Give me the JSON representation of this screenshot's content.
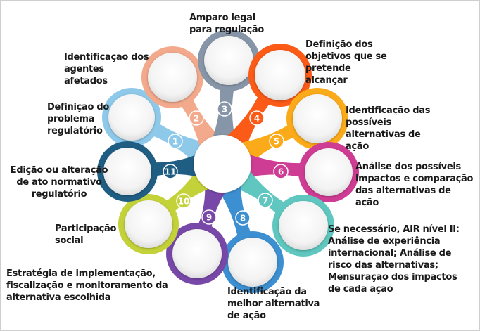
{
  "colors": {
    "1": "#8ec9ea",
    "2": "#f2a98c",
    "3": "#8696a8",
    "4": "#fb5a17",
    "5": "#fbaa19",
    "6": "#cf3c93",
    "7": "#5fc7bf",
    "8": "#3c8fd0",
    "9": "#7848a8",
    "10": "#c4d23a",
    "11": "#1f5d83",
    "number_text": "#ffffff",
    "label_text": "#1a1a1a"
  },
  "steps": [
    {
      "n": "1",
      "label": "Definição   do problema regulatório"
    },
    {
      "n": "2",
      "label": "Identificação dos agentes afetados"
    },
    {
      "n": "3",
      "label": "Amparo legal para regulação"
    },
    {
      "n": "4",
      "label": "Definição dos objetivos que se pretende alcançar"
    },
    {
      "n": "5",
      "label": "Identificação das possíveis alternativas de ação"
    },
    {
      "n": "6",
      "label": "Análise dos possíveis impactos e comparação das alternativas de ação"
    },
    {
      "n": "7",
      "label": "Se necessário, AIR nível II: Análise de experiência internacional; Análise de risco das alternativas; Mensuração dos impactos de cada ação"
    },
    {
      "n": "8",
      "label": "Identificação da melhor alternativa de ação"
    },
    {
      "n": "9",
      "label": "Estratégia de implementação, fiscalização e monitoramento da alternativa escolhida"
    },
    {
      "n": "10",
      "label": "Participação social"
    },
    {
      "n": "11",
      "label": "Edição ou alteração de ato normativo regulatório"
    }
  ]
}
